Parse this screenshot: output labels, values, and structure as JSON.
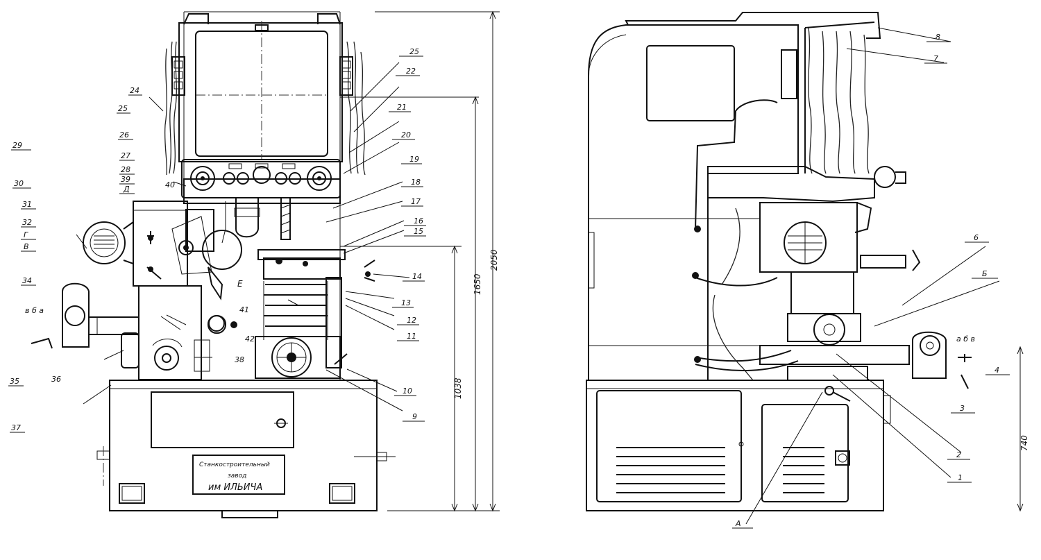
{
  "labels_front": {
    "l24": "24",
    "l25": "25",
    "l26": "26",
    "l27": "27",
    "l28": "28",
    "l29": "29",
    "l30": "30",
    "l31": "31",
    "l32": "32",
    "lG": "Г",
    "lV": "В",
    "l34": "34",
    "l35": "35",
    "l36": "36",
    "l37": "37",
    "l38": "38",
    "l39": "39",
    "lD": "Д",
    "l40": "40",
    "l41": "41",
    "l42": "42",
    "lE": "Е",
    "r25": "25",
    "r22": "22",
    "r21": "21",
    "r20": "20",
    "r19": "19",
    "r18": "18",
    "r17": "17",
    "r16": "16",
    "r15": "15",
    "r14": "14",
    "r13": "13",
    "r12": "12",
    "r11": "11",
    "r10": "10",
    "r9": "9",
    "vba": "в б а"
  },
  "labels_side": {
    "s8": "8",
    "s7": "7",
    "s6": "6",
    "sB": "Б",
    "s4": "4",
    "s3": "3",
    "s2": "2",
    "s1": "1",
    "sA": "А",
    "abv": "а б в"
  },
  "dimensions": {
    "d2050": "2050",
    "d1650": "1650",
    "d1038": "1038",
    "d740": "740"
  },
  "nameplate": {
    "line1": "Станкостроительный",
    "line2": "завод",
    "line3": "им  ИЛЬИЧА"
  }
}
